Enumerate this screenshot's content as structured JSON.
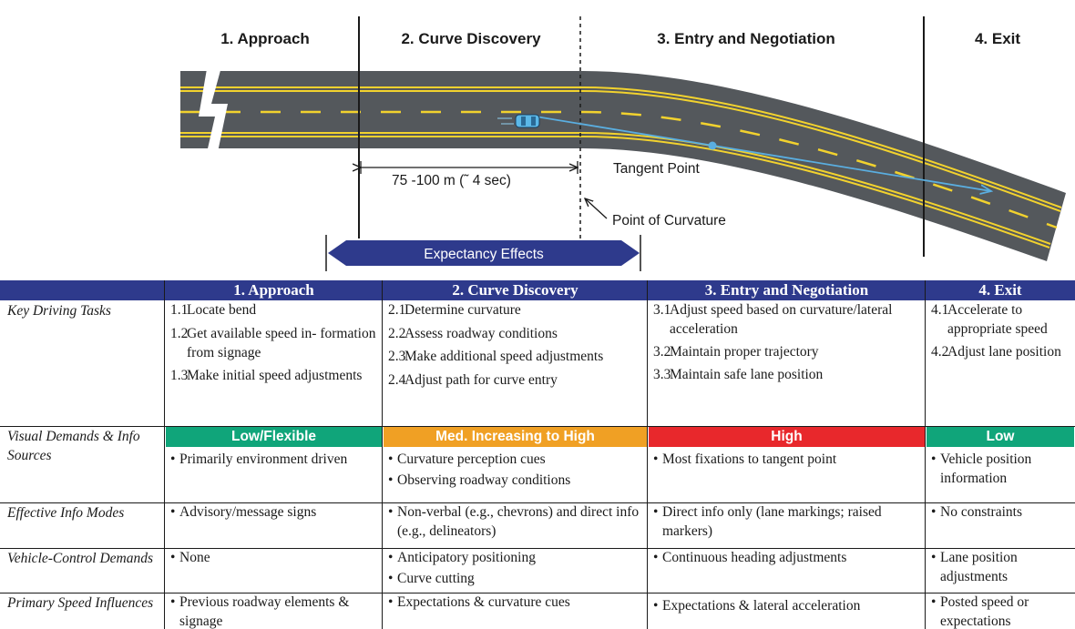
{
  "diagram": {
    "phases": [
      "1. Approach",
      "2. Curve Discovery",
      "3. Entry and Negotiation",
      "4. Exit"
    ],
    "distance_label": "75 -100 m (˜ 4 sec)",
    "tangent_point_label": "Tangent Point",
    "point_of_curvature_label": "Point of Curvature",
    "expectancy_label": "Expectancy Effects",
    "colors": {
      "road": "#54585c",
      "edge_line": "#f2d22e",
      "vehicle": "#5bb8e8",
      "sight_line": "#5aaee0",
      "band": "#2e3a8c"
    }
  },
  "table": {
    "headers": [
      "1. Approach",
      "2. Curve Discovery",
      "3. Entry and Negotiation",
      "4. Exit"
    ],
    "rows": {
      "key_tasks": {
        "label": "Key Driving Tasks",
        "c1": [
          {
            "num": "1.1",
            "text": "Locate bend"
          },
          {
            "num": "1.2",
            "text": "Get available speed in- formation from signage"
          },
          {
            "num": "1.3",
            "text": "Make initial speed adjustments"
          }
        ],
        "c2": [
          {
            "num": "2.1",
            "text": "Determine curvature"
          },
          {
            "num": "2.2",
            "text": "Assess roadway conditions"
          },
          {
            "num": "2.3",
            "text": "Make additional speed adjustments"
          },
          {
            "num": "2.4",
            "text": "Adjust path for curve entry"
          }
        ],
        "c3": [
          {
            "num": "3.1",
            "text": "Adjust speed based on curvature/lateral acceleration"
          },
          {
            "num": "3.2",
            "text": "Maintain proper trajectory"
          },
          {
            "num": "3.3",
            "text": "Maintain safe lane position"
          }
        ],
        "c4": [
          {
            "num": "4.1",
            "text": "Accelerate to appropriate speed"
          },
          {
            "num": "4.2",
            "text": "Adjust lane position"
          }
        ]
      },
      "visual_demands": {
        "label": "Visual Demands & Info Sources",
        "badges": [
          "Low/Flexible",
          "Med. Increasing to High",
          "High",
          "Low"
        ],
        "badge_colors": [
          "#10a57a",
          "#f0a024",
          "#e8282c",
          "#10a57a"
        ],
        "c1": [
          "Primarily environment driven"
        ],
        "c2": [
          "Curvature perception cues",
          "Observing roadway conditions"
        ],
        "c3": [
          "Most fixations to tangent point"
        ],
        "c4": [
          "Vehicle position information"
        ]
      },
      "info_modes": {
        "label": "Effective Info Modes",
        "c1": [
          "Advisory/message signs"
        ],
        "c2": [
          "Non-verbal (e.g., chevrons) and direct info (e.g., delineators)"
        ],
        "c3": [
          "Direct info only (lane markings; raised markers)"
        ],
        "c4": [
          "No constraints"
        ]
      },
      "vehicle_control": {
        "label": "Vehicle-Control Demands",
        "c1": [
          "None"
        ],
        "c2": [
          "Anticipatory positioning",
          "Curve cutting"
        ],
        "c3": [
          "Continuous heading adjustments"
        ],
        "c4": [
          "Lane position adjustments"
        ]
      },
      "speed_influences": {
        "label": "Primary Speed Influences",
        "c1": [
          "Previous roadway elements & signage"
        ],
        "c2": [
          "Expectations & curvature cues"
        ],
        "c3": [
          "Expectations & lateral acceleration"
        ],
        "c4": [
          "Posted speed or expectations"
        ]
      }
    }
  }
}
